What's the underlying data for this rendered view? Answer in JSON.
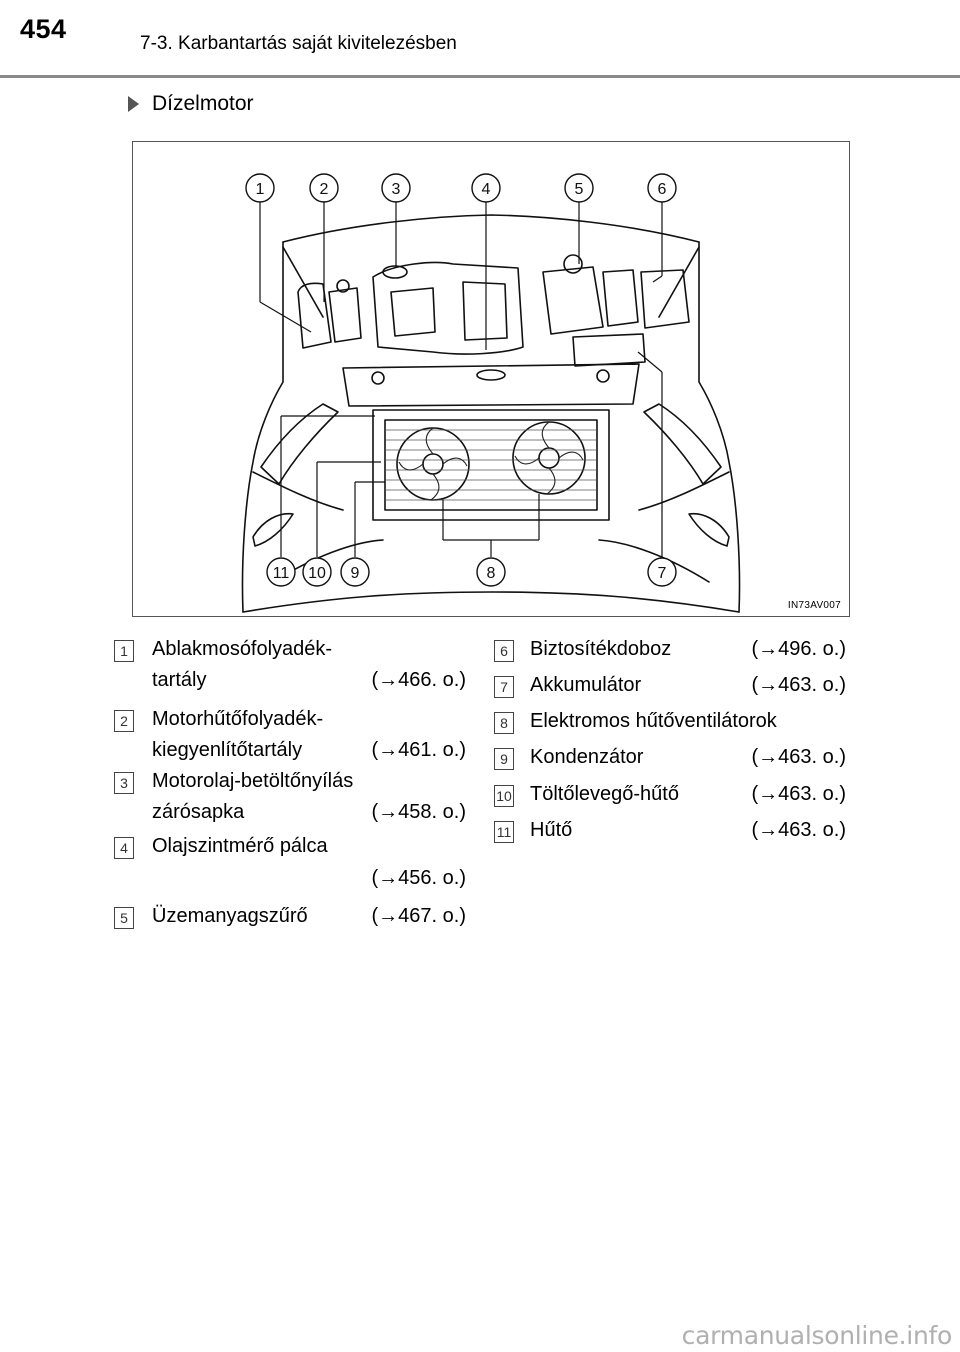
{
  "header": {
    "page_number": "454",
    "running_head": "7-3. Karbantartás saját kivitelezésben"
  },
  "section": {
    "title": "Dízelmotor"
  },
  "figure": {
    "code": "IN73AV007",
    "callouts": [
      "1",
      "2",
      "3",
      "4",
      "5",
      "6",
      "7",
      "8",
      "9",
      "10",
      "11"
    ]
  },
  "legend_left": [
    {
      "num": "1",
      "line1": "Ablakmosófolyadék-",
      "line2": "tartály",
      "ref": "(→466. o.)"
    },
    {
      "num": "2",
      "line1": "Motorhűtőfolyadék-",
      "line2": "kiegyenlítőtartály",
      "ref": "(→461. o.)"
    },
    {
      "num": "3",
      "line1": "Motorolaj-betöltőnyílás",
      "line2": "zárósapka",
      "ref": "(→458. o.)"
    },
    {
      "num": "4",
      "line1": "Olajszintmérő pálca",
      "line2": "",
      "ref": "(→456. o.)"
    },
    {
      "num": "5",
      "line1": "Üzemanyagszűrő",
      "line2": "",
      "ref": "(→467. o.)"
    }
  ],
  "legend_right": [
    {
      "num": "6",
      "label": "Biztosítékdoboz",
      "ref": "(→496. o.)"
    },
    {
      "num": "7",
      "label": "Akkumulátor",
      "ref": "(→463. o.)"
    },
    {
      "num": "8",
      "label": "Elektromos hűtőventilátorok",
      "ref": ""
    },
    {
      "num": "9",
      "label": "Kondenzátor",
      "ref": "(→463. o.)"
    },
    {
      "num": "10",
      "label": "Töltőlevegő-hűtő",
      "ref": "(→463. o.)"
    },
    {
      "num": "11",
      "label": "Hűtő",
      "ref": "(→463. o.)"
    }
  ],
  "footer": {
    "watermark": "carmanualsonline.info"
  }
}
